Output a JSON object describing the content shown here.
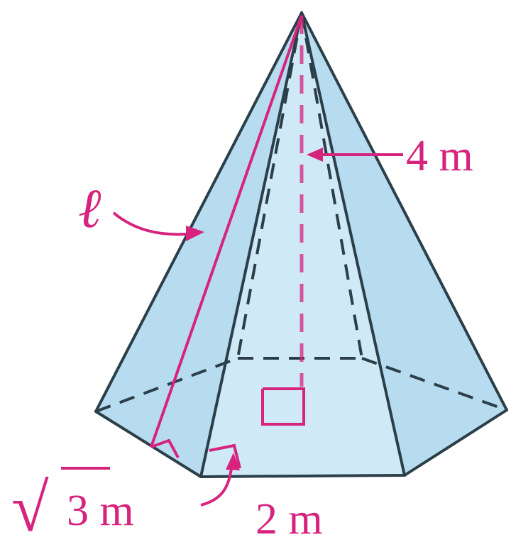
{
  "figure": {
    "labels": {
      "slant_height": "ℓ",
      "height": "4 m",
      "apothem_value": "3 m",
      "apothem_radical": "√",
      "side": "2 m"
    },
    "colors": {
      "face_fill": "#cfe9f6",
      "face_fill_dark": "#b7dcef",
      "edge": "#2b3f4a",
      "annotation": "#d6247e"
    }
  }
}
